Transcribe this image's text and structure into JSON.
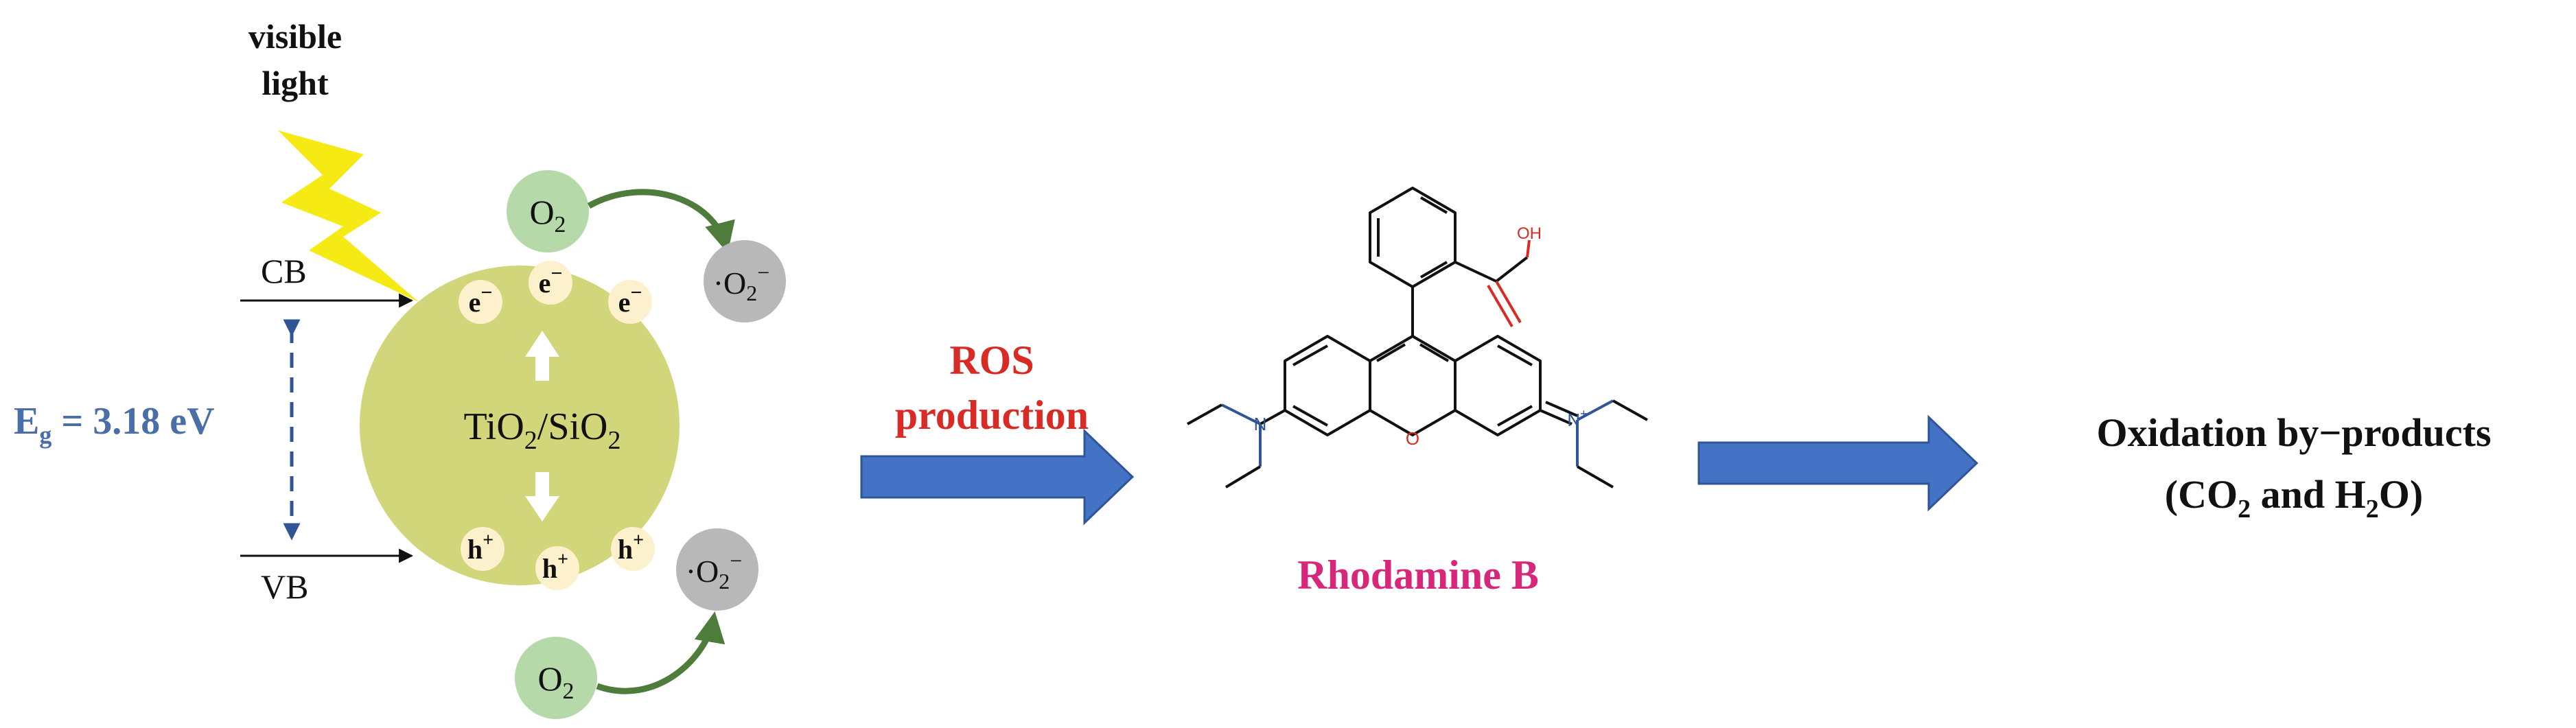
{
  "light": {
    "line1": "visible",
    "line2": "light"
  },
  "bands": {
    "cb": "CB",
    "vb": "VB"
  },
  "band_gap": {
    "symbol": "E",
    "subscript": "g",
    "value": " = 3.18 eV"
  },
  "particle": {
    "ti": "TiO",
    "sub1": "2",
    "si": "/SiO",
    "sub2": "2"
  },
  "carriers": {
    "electron": "e",
    "electron_sup": "−",
    "hole": "h",
    "hole_sup": "+"
  },
  "oxygen": {
    "symbol": "O",
    "sub": "2"
  },
  "radical": {
    "dot_o": "·O",
    "sub": "2",
    "sup": "−"
  },
  "step1": {
    "line1": "ROS",
    "line2": "production"
  },
  "molecule": {
    "name": "Rhodamine B",
    "oh": "OH",
    "o_ring": "O",
    "n_left": "N",
    "n_right": "N",
    "n_plus": "+"
  },
  "products": {
    "line1": "Oxidation by−products",
    "open": "(CO",
    "sub1": "2",
    "mid": " and H",
    "sub2": "2",
    "close": "O)"
  },
  "colors": {
    "particle": "#d2d67a",
    "carrier": "#fdf0cc",
    "oxygen": "#b5d9a8",
    "radical": "#b8b8b8",
    "arrow": "#4472c4",
    "band_gap": "#4a6ea8",
    "ros": "#d92b26",
    "rhodamine": "#d6277b",
    "bolt": "#f5ea14",
    "curve": "#4e7c3b"
  }
}
